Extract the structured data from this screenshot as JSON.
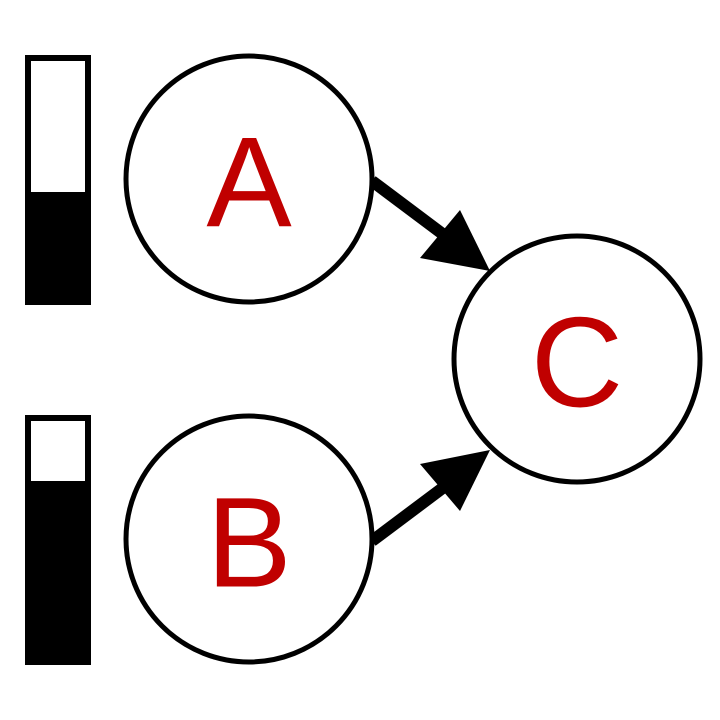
{
  "nodes": [
    {
      "id": "A",
      "label": "A"
    },
    {
      "id": "B",
      "label": "B"
    },
    {
      "id": "C",
      "label": "C"
    }
  ],
  "edges": [
    {
      "from": "A",
      "to": "C"
    },
    {
      "from": "B",
      "to": "C"
    }
  ],
  "level_bars": [
    {
      "node": "A",
      "level": 0.45
    },
    {
      "node": "B",
      "level": 0.74
    }
  ],
  "colors": {
    "label": "#c00000",
    "stroke": "#000000",
    "fill": "#ffffff",
    "bar_fill": "#000000"
  }
}
